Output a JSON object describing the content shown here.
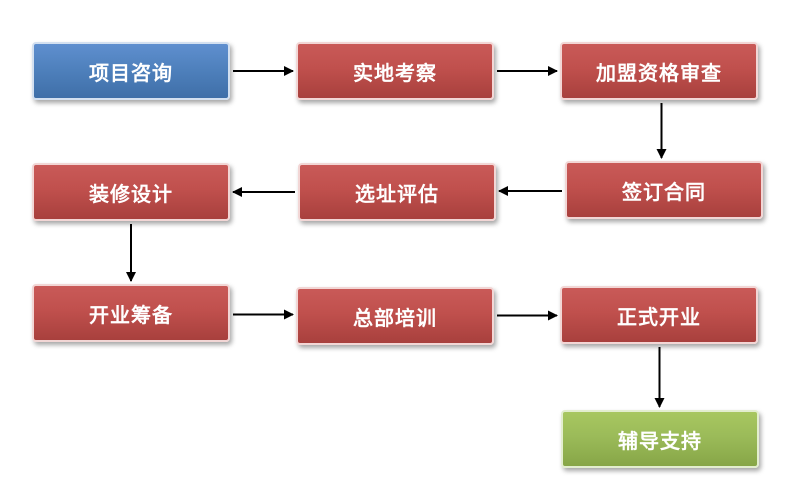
{
  "colors": {
    "start": "#4f81bd",
    "step": "#c0504d",
    "end": "#9bbb59",
    "arrow": "#000000"
  },
  "steps": [
    {
      "id": "consult",
      "label": "项目咨询"
    },
    {
      "id": "inspect",
      "label": "实地考察"
    },
    {
      "id": "review",
      "label": "加盟资格审查"
    },
    {
      "id": "sign",
      "label": "签订合同"
    },
    {
      "id": "site",
      "label": "选址评估"
    },
    {
      "id": "decorate",
      "label": "装修设计"
    },
    {
      "id": "prepare",
      "label": "开业筹备"
    },
    {
      "id": "training",
      "label": "总部培训"
    },
    {
      "id": "open",
      "label": "正式开业"
    },
    {
      "id": "support",
      "label": "辅导支持"
    }
  ],
  "edges": [
    [
      "consult",
      "inspect"
    ],
    [
      "inspect",
      "review"
    ],
    [
      "review",
      "sign"
    ],
    [
      "sign",
      "site"
    ],
    [
      "site",
      "decorate"
    ],
    [
      "decorate",
      "prepare"
    ],
    [
      "prepare",
      "training"
    ],
    [
      "training",
      "open"
    ],
    [
      "open",
      "support"
    ]
  ]
}
